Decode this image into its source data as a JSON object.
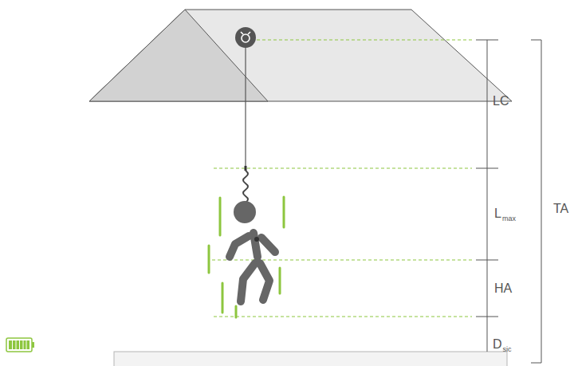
{
  "diagram": {
    "labels": [
      "LC",
      "L",
      "max",
      "HA",
      "D",
      "sic",
      "TA"
    ]
  }
}
